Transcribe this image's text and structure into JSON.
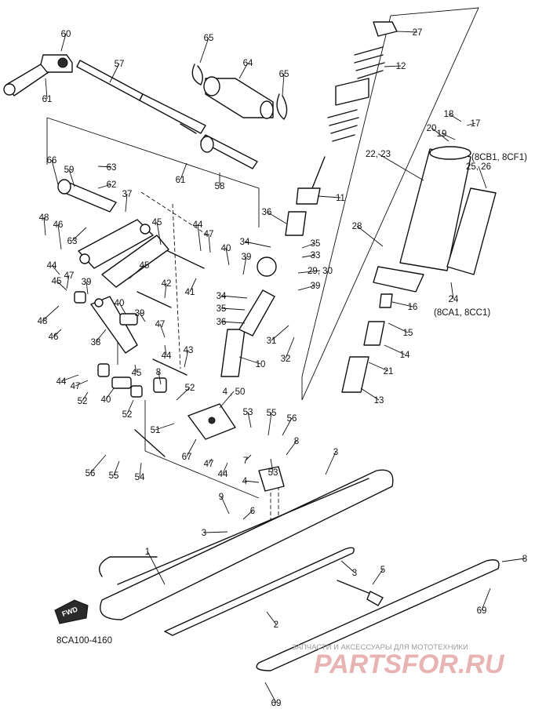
{
  "figure_code": "8CA100-4160",
  "fwd_label": "FWD",
  "watermark": {
    "tagline": "ЗАПЧАСТИ И АКСЕССУАРЫ ДЛЯ МОТОТЕХНИКИ",
    "brand": "PARTSFOR.RU"
  },
  "callouts": [
    "1",
    "2",
    "3",
    "3",
    "3",
    "4",
    "4 , 50",
    "5",
    "6",
    "7",
    "8",
    "8",
    "8",
    "9",
    "10",
    "11",
    "12",
    "13",
    "14",
    "15",
    "16",
    "17",
    "18",
    "19",
    "20",
    "21",
    "22, 23",
    "24",
    "25, 26",
    "27",
    "28",
    "29, 30",
    "31",
    "32",
    "33",
    "34",
    "34",
    "35",
    "35",
    "36",
    "36",
    "37",
    "38",
    "39",
    "39",
    "39",
    "39",
    "40",
    "40",
    "40",
    "41",
    "42",
    "43",
    "44",
    "44",
    "44",
    "44",
    "44",
    "45",
    "45",
    "45",
    "45",
    "46",
    "46",
    "47",
    "47",
    "47",
    "47",
    "47",
    "48",
    "48",
    "51",
    "52",
    "52",
    "52",
    "53",
    "53",
    "54",
    "55",
    "55",
    "56",
    "56",
    "57",
    "58",
    "59",
    "60",
    "61",
    "61",
    "62",
    "63",
    "63",
    "64",
    "65",
    "65",
    "66",
    "67",
    "69",
    "69"
  ],
  "variant_labels": [
    "(8CB1, 8CF1)",
    "(8CA1, 8CC1)"
  ]
}
